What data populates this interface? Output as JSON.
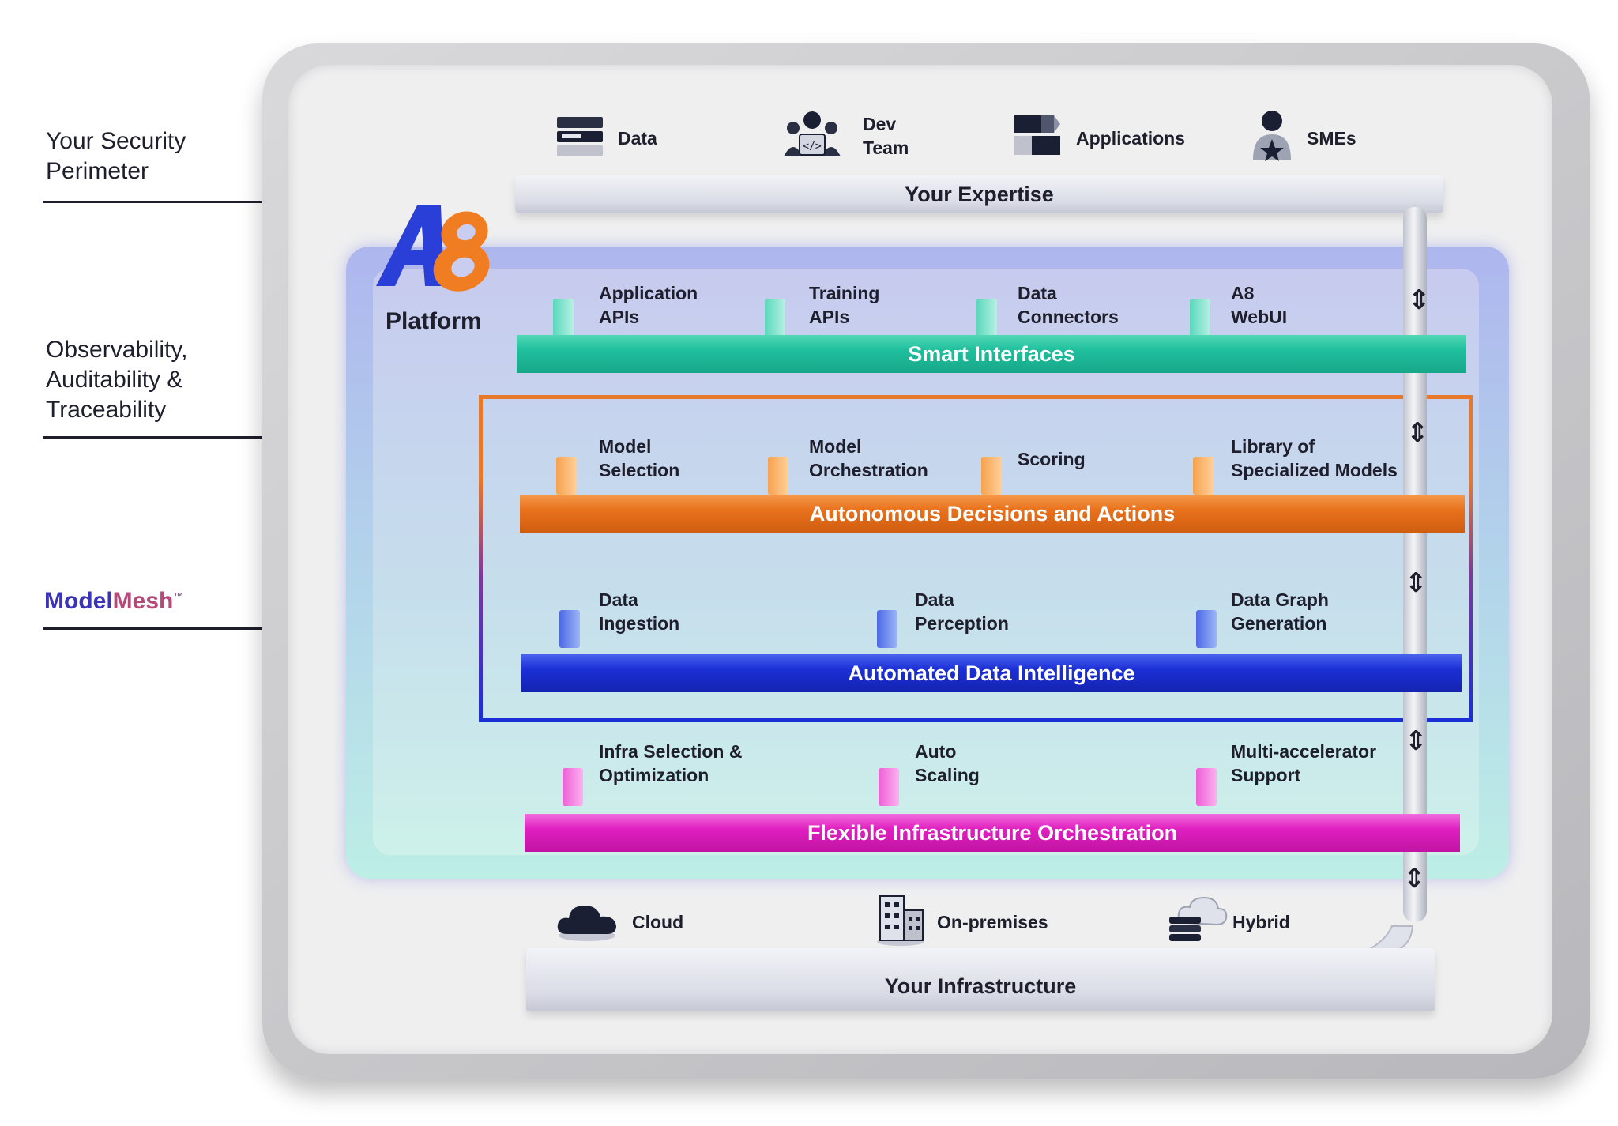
{
  "side_labels": {
    "security_perimeter": "Your Security\nPerimeter",
    "observability": "Observability,\nAuditability &\nTraceability",
    "modelmesh_part1": "Model",
    "modelmesh_part2": "Mesh",
    "modelmesh_tm": "™"
  },
  "expertise": {
    "items": [
      {
        "label": "Data",
        "icon": "server-icon"
      },
      {
        "label": "Dev\nTeam",
        "icon": "dev-team-icon"
      },
      {
        "label": "Applications",
        "icon": "applications-icon"
      },
      {
        "label": "SMEs",
        "icon": "sme-icon"
      }
    ],
    "title": "Your Expertise"
  },
  "platform": {
    "logo_text": "A8",
    "label": "Platform"
  },
  "layers": [
    {
      "title": "Smart Interfaces",
      "color": "#1fbf9d",
      "items": [
        "Application\nAPIs",
        "Training\nAPIs",
        "Data\nConnectors",
        "A8\nWebUI"
      ]
    },
    {
      "title": "Autonomous Decisions and Actions",
      "color": "#e8711c",
      "items": [
        "Model\nSelection",
        "Model\nOrchestration",
        "Scoring",
        "Library of\nSpecialized Models"
      ]
    },
    {
      "title": "Automated Data Intelligence",
      "color": "#1b2fd6",
      "items": [
        "Data\nIngestion",
        "Data\nPerception",
        "Data Graph\nGeneration"
      ]
    },
    {
      "title": "Flexible Infrastructure Orchestration",
      "color": "#e01fc0",
      "items": [
        "Infra Selection &\nOptimization",
        "Auto\nScaling",
        "Multi-accelerator\nSupport"
      ]
    }
  ],
  "infrastructure": {
    "items": [
      {
        "label": "Cloud",
        "icon": "cloud-icon"
      },
      {
        "label": "On-premises",
        "icon": "building-icon"
      },
      {
        "label": "Hybrid",
        "icon": "hybrid-icon"
      }
    ],
    "title": "Your Infrastructure"
  },
  "colors": {
    "teal": "#1fbf9d",
    "orange": "#e8711c",
    "blue": "#1b2fd6",
    "magenta": "#e01fc0",
    "logo_blue": "#2a3fd8",
    "logo_orange": "#f07d22"
  }
}
